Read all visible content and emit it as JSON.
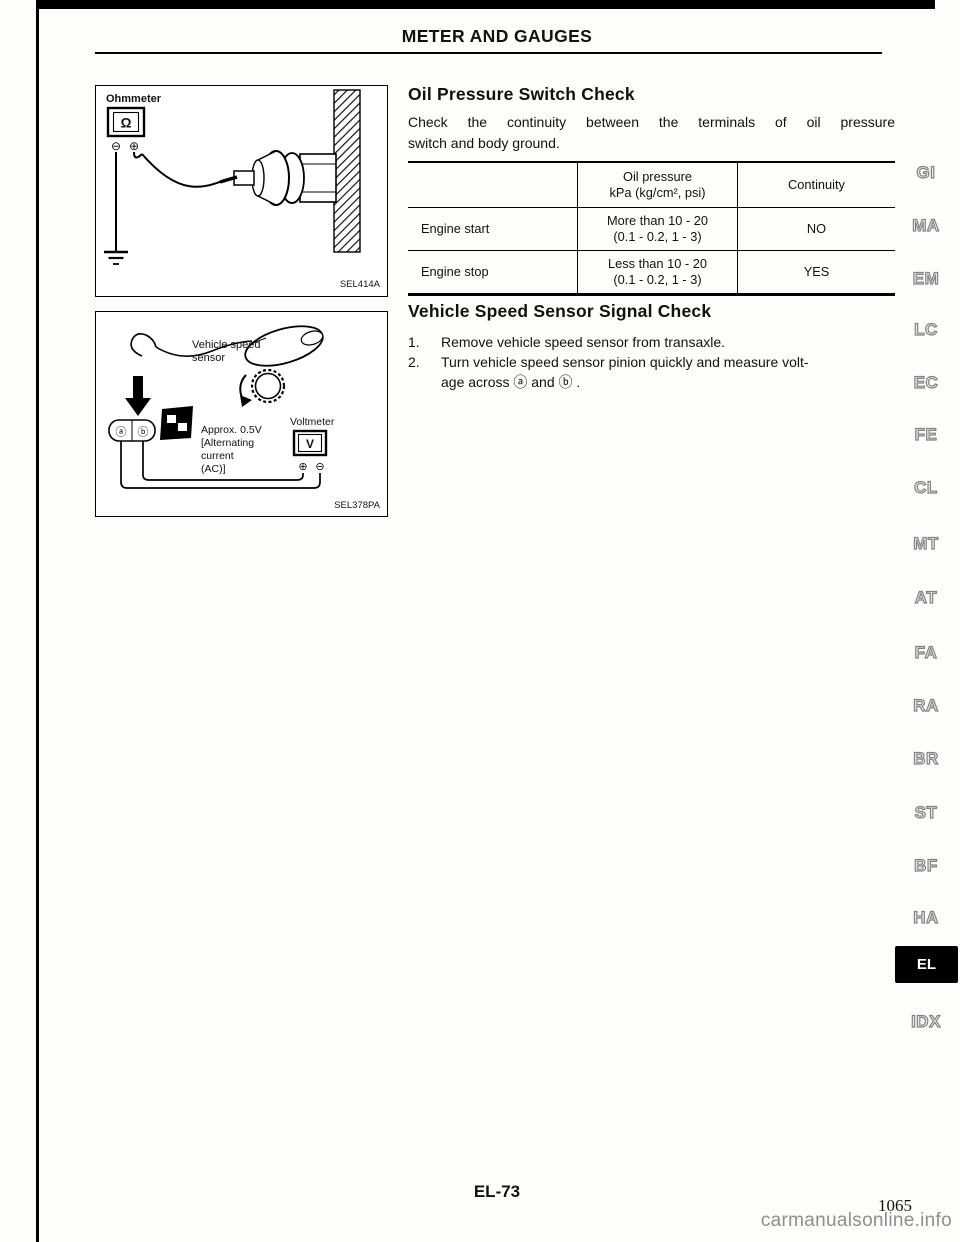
{
  "header": {
    "title": "METER AND GAUGES"
  },
  "figure1": {
    "ohmmeter_label": "Ohmmeter",
    "omega": "Ω",
    "minus": "⊖",
    "plus": "⊕",
    "caption": "SEL414A"
  },
  "figure2": {
    "sensor_label_line1": "Vehicle speed",
    "sensor_label_line2": "sensor",
    "pin_a": "ⓐ",
    "pin_b": "ⓑ",
    "approx_line1": "Approx. 0.5V",
    "approx_line2": "[Alternating",
    "approx_line3": "current",
    "approx_line4": "(AC)]",
    "voltmeter_label": "Voltmeter",
    "volt_symbol": "V",
    "plus": "⊕",
    "minus": "⊖",
    "caption": "SEL378PA"
  },
  "section1": {
    "title": "Oil Pressure Switch Check",
    "body_line1": "Check the continuity between the terminals of oil pressure",
    "body_line2": "switch and body ground.",
    "table": {
      "col2_header_line1": "Oil pressure",
      "col2_header_line2": "kPa (kg/cm², psi)",
      "col3_header": "Continuity",
      "rows": [
        {
          "label": "Engine start",
          "value_line1": "More than 10 - 20",
          "value_line2": "(0.1 - 0.2, 1 - 3)",
          "continuity": "NO"
        },
        {
          "label": "Engine stop",
          "value_line1": "Less than 10 - 20",
          "value_line2": "(0.1 - 0.2, 1 - 3)",
          "continuity": "YES"
        }
      ]
    }
  },
  "section2": {
    "title": "Vehicle Speed Sensor Signal Check",
    "item1_num": "1.",
    "item1_text": "Remove vehicle speed sensor from transaxle.",
    "item2_num": "2.",
    "item2_line1": "Turn vehicle speed sensor pinion quickly and measure volt-",
    "item2_line2": "age across ⓐ and ⓑ ."
  },
  "tabs": [
    "GI",
    "MA",
    "EM",
    "LC",
    "EC",
    "FE",
    "CL",
    "MT",
    "AT",
    "FA",
    "RA",
    "BR",
    "ST",
    "BF",
    "HA",
    "EL",
    "IDX"
  ],
  "active_tab": "EL",
  "footer": {
    "page_code": "EL-73",
    "page_number": "1065",
    "watermark": "carmanualsonline.info"
  },
  "colors": {
    "ink": "#111111",
    "tab_active_bg": "#000000",
    "tab_active_text": "#ffffff",
    "tab_outline": "#828282",
    "watermark": "#8e8e8e"
  }
}
